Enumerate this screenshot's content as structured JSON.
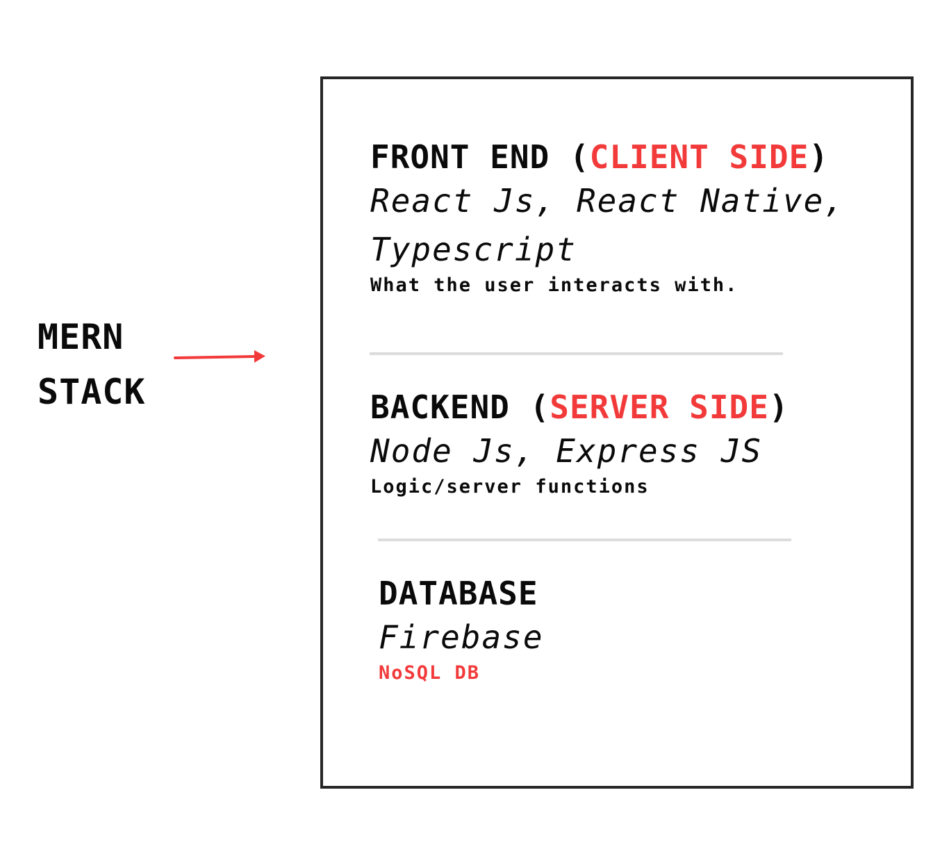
{
  "label": {
    "line1": "MERN",
    "line2": "STACK"
  },
  "colors": {
    "accent": "#f23a3a",
    "text": "#0a0a0a",
    "border": "#262626",
    "divider": "#dcdcdc"
  },
  "frontend": {
    "title": "FRONT END",
    "open_paren": "(",
    "accent": "CLIENT SIDE",
    "close_paren": ")",
    "tech_line1": "React Js, React Native,",
    "tech_line2": "Typescript",
    "description": "What the user interacts with."
  },
  "backend": {
    "title": "BACKEND",
    "open_paren": "(",
    "accent": "SERVER SIDE",
    "close_paren": ")",
    "tech": "Node Js, Express JS",
    "description": "Logic/server functions"
  },
  "database": {
    "title": "DATABASE",
    "tech": "Firebase",
    "description": "NoSQL DB"
  }
}
